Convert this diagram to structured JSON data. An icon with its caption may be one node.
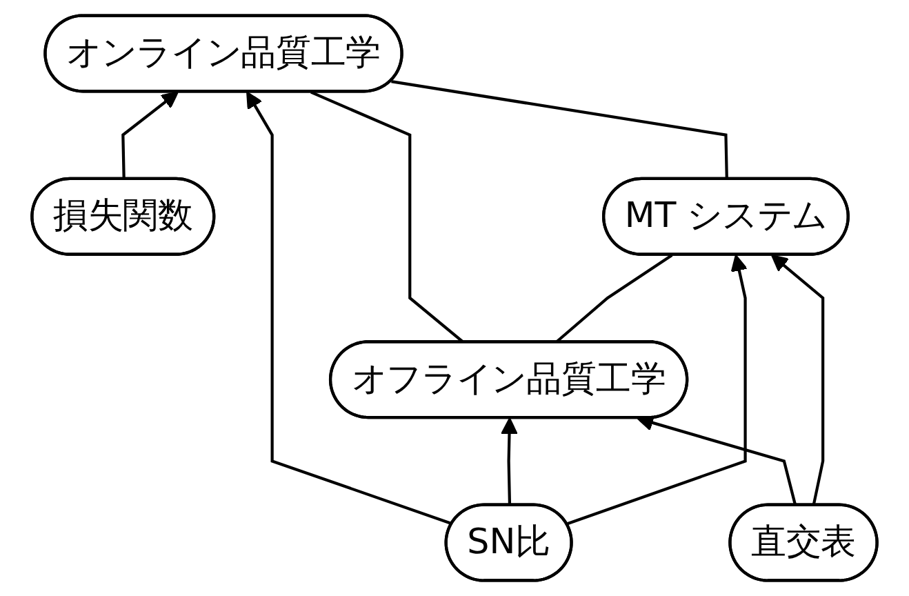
{
  "diagram": {
    "nodes": [
      {
        "text": [
          "オンライン品質工学"
        ]
      },
      {
        "text": [
          "損失関数"
        ]
      },
      {
        "text": [
          "SN比"
        ]
      },
      {
        "text": [
          "オフライン品質工学"
        ]
      },
      {
        "text": [
          "MT システム"
        ]
      },
      {
        "text": [
          "直交表"
        ]
      }
    ],
    "edges": [
      {
        "from": 1,
        "to": 0,
        "arrow": "to"
      },
      {
        "from": 3,
        "to": 0,
        "arrow": "none"
      },
      {
        "from": 4,
        "to": 0,
        "arrow": "none"
      },
      {
        "from": 2,
        "to": 0,
        "arrow": "to"
      },
      {
        "from": 2,
        "to": 3,
        "arrow": "to"
      },
      {
        "from": 2,
        "to": 4,
        "arrow": "to"
      },
      {
        "from": 3,
        "to": 4,
        "arrow": "none"
      },
      {
        "from": 5,
        "to": 3,
        "arrow": "to"
      },
      {
        "from": 5,
        "to": 4,
        "arrow": "to"
      }
    ]
  }
}
